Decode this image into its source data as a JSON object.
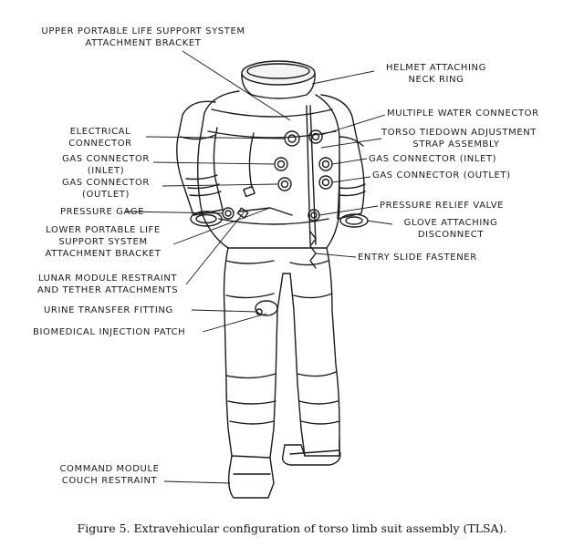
{
  "labels": {
    "upper_plss_bracket": "Upper portable life support system\nattachment bracket",
    "helmet_ring": "Helmet attaching\nneck ring",
    "electrical_connector": "Electrical\nconnector",
    "multiple_water_connector": "Multiple water connector",
    "torso_tiedown": "Torso tiedown adjustment\nstrap assembly",
    "gas_inlet_left": "Gas connector\n(inlet)",
    "gas_inlet_right": "Gas connector (inlet)",
    "gas_outlet_left": "Gas connector\n(outlet)",
    "gas_outlet_right": "Gas connector (outlet)",
    "pressure_gage": "Pressure gage",
    "pressure_relief_valve": "Pressure relief valve",
    "lower_plss_bracket": "Lower portable life\nsupport system\nattachment bracket",
    "glove_disconnect": "Glove attaching\ndisconnect",
    "entry_slide_fastener": "Entry slide fastener",
    "lunar_module_restraint": "Lunar module restraint\nand tether attachments",
    "urine_transfer_fitting": "Urine transfer fitting",
    "biomedical_injection_patch": "Biomedical injection patch",
    "cm_couch_restraint": "Command module\ncouch restraint"
  },
  "caption": "Figure 5.  Extravehicular configuration of torso limb suit assembly (TLSA).",
  "colors": {
    "ink": "#1a1a1a",
    "paper": "#ffffff"
  }
}
